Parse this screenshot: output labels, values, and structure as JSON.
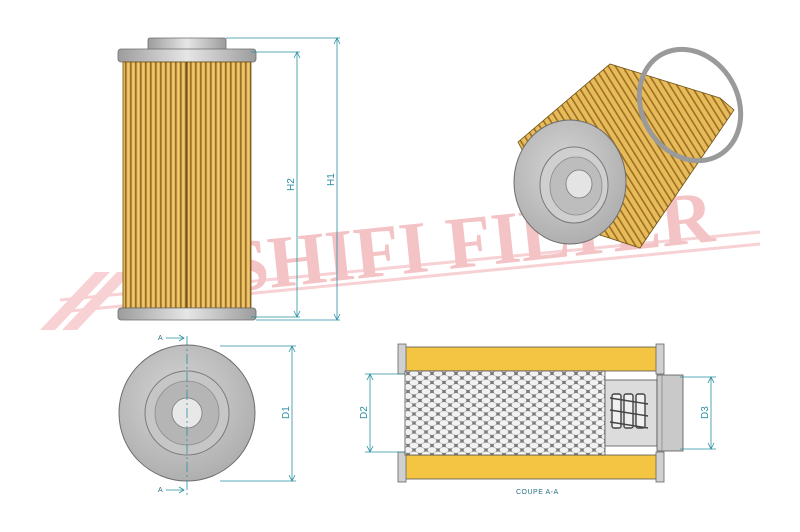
{
  "watermark": {
    "text": "SHIFI FILTER",
    "color": "#f2b9bd"
  },
  "dimensions": {
    "h1": "H1",
    "h2": "H2",
    "d1": "D1",
    "d2": "D2",
    "d3": "D3"
  },
  "section": {
    "marker_top": "A",
    "marker_bottom": "A",
    "caption": "COUPE A-A"
  },
  "colors": {
    "pleat": "#d9a84a",
    "pleat_dark": "#8a6420",
    "cap": "#b9b9b9",
    "media": "#f4c542",
    "dimension": "#2a8fa0"
  }
}
